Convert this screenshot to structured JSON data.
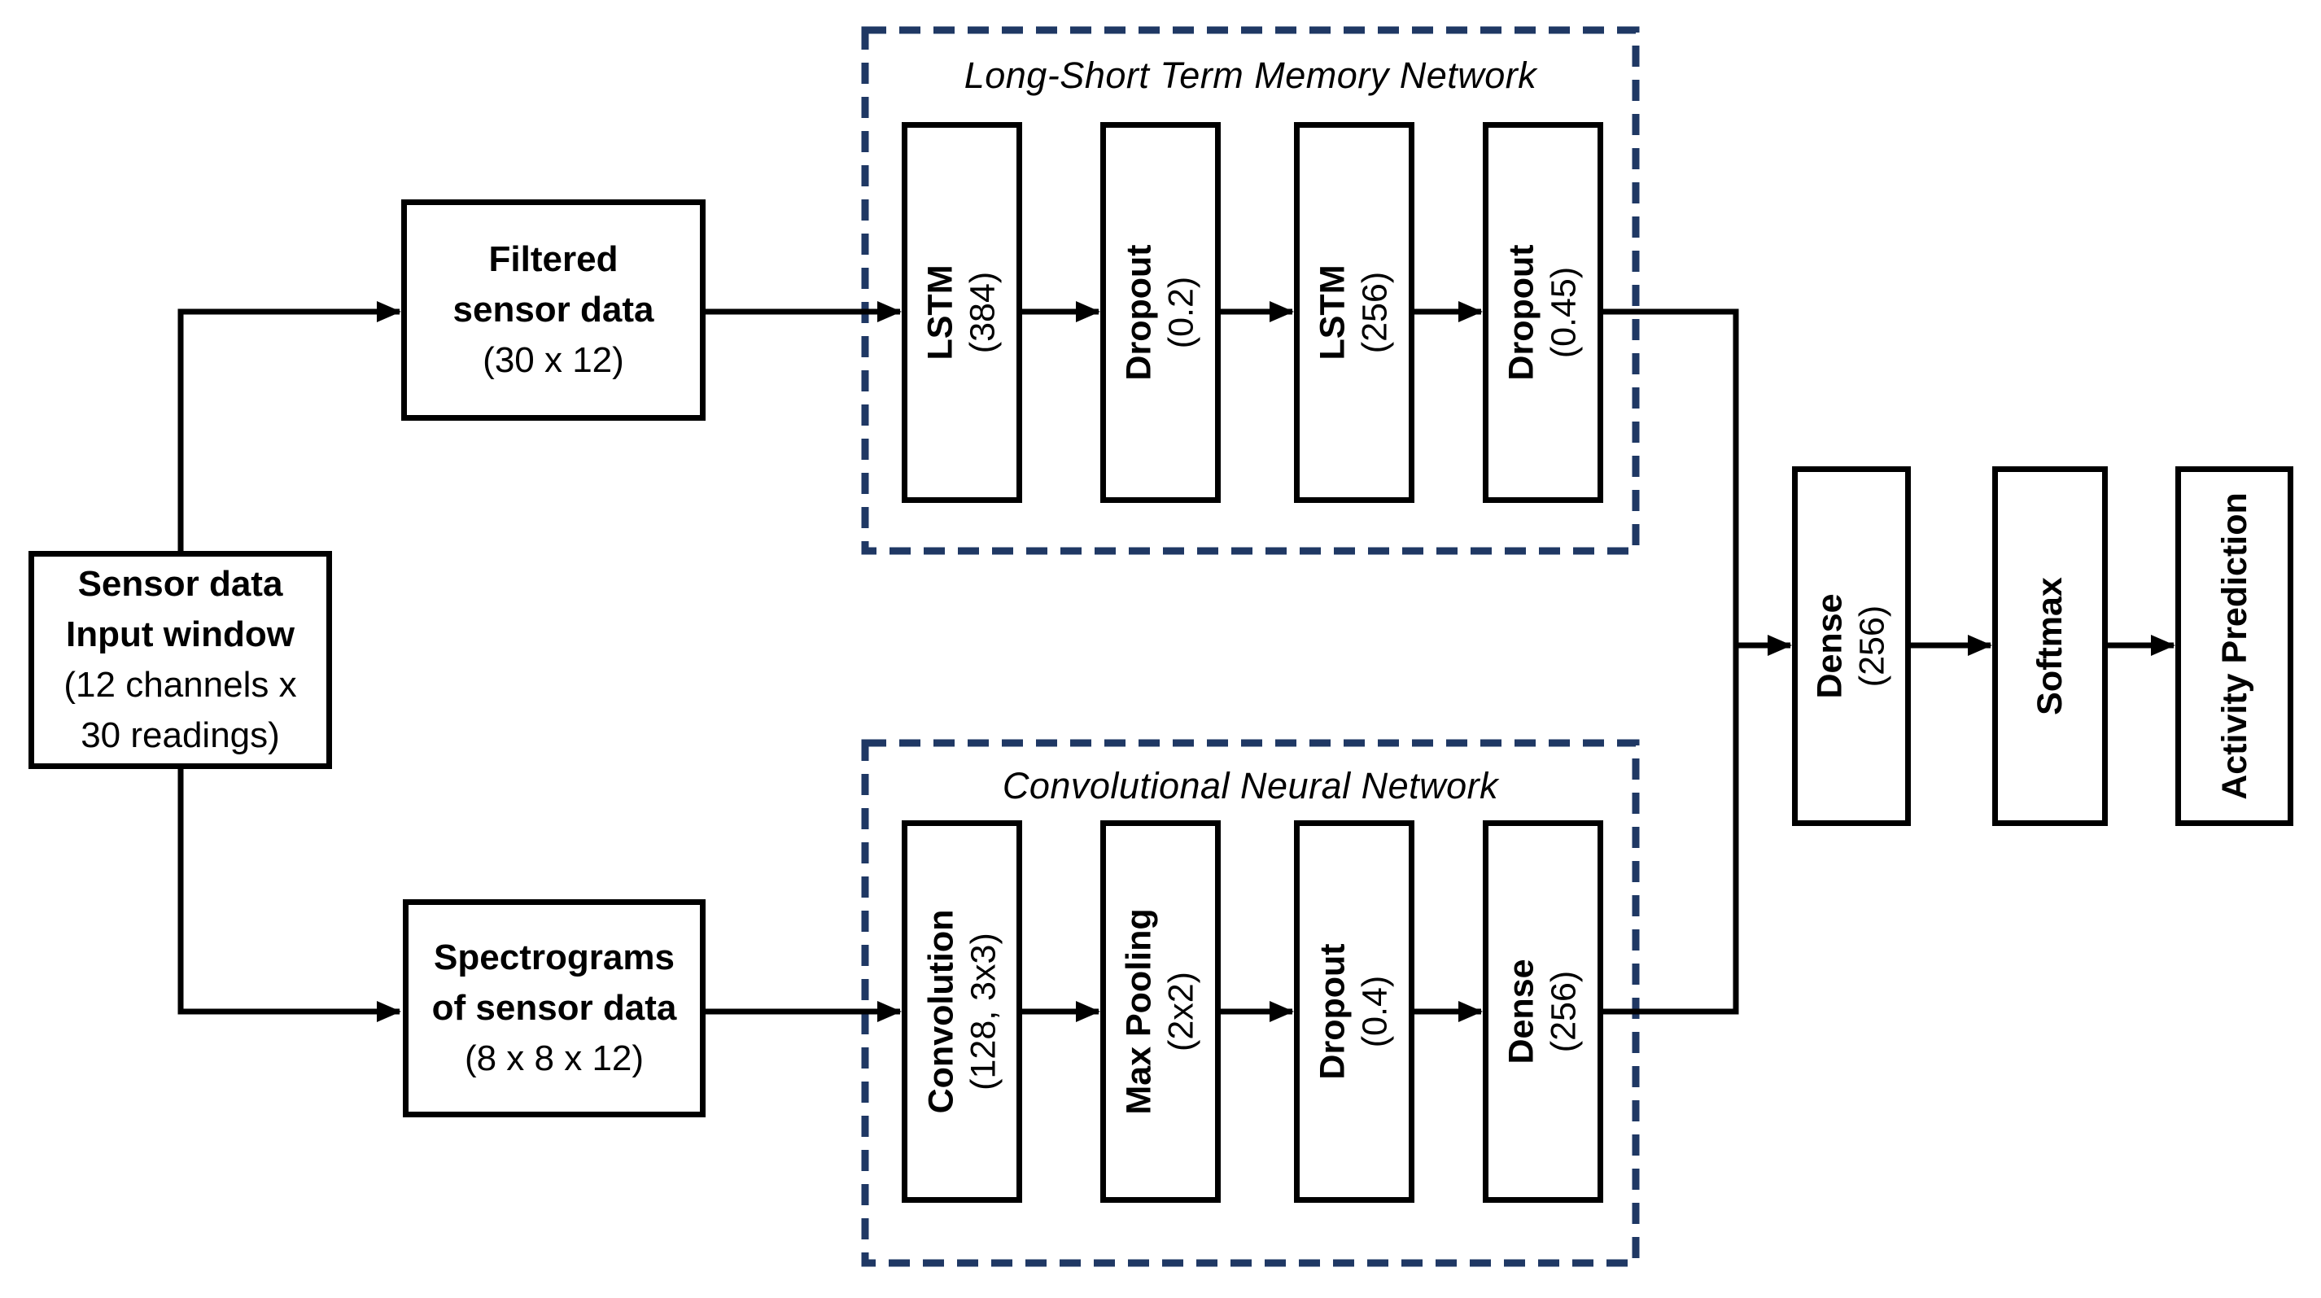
{
  "diagram": {
    "colors": {
      "background": "#ffffff",
      "box_border": "#000000",
      "box_background": "#ffffff",
      "line": "#000000",
      "text": "#000000",
      "dashed_border": "#1f3864"
    },
    "groups": {
      "lstm": {
        "title": "Long-Short Term Memory Network"
      },
      "cnn": {
        "title": "Convolutional Neural Network"
      }
    },
    "nodes": {
      "sensor_input": {
        "bold_lines": [
          "Sensor data",
          "Input window"
        ],
        "normal_lines": [
          "(12 channels x",
          "30 readings)"
        ]
      },
      "filtered": {
        "bold_lines": [
          "Filtered",
          "sensor data"
        ],
        "normal_lines": [
          "(30 x 12)"
        ]
      },
      "spectrograms": {
        "bold_lines": [
          "Spectrograms",
          "of sensor data"
        ],
        "normal_lines": [
          "(8 x 8 x 12)"
        ]
      },
      "lstm_1": {
        "name": "LSTM",
        "value": "(384)"
      },
      "dropout_1": {
        "name": "Dropout",
        "value": "(0.2)"
      },
      "lstm_2": {
        "name": "LSTM",
        "value": "(256)"
      },
      "dropout_2": {
        "name": "Dropout",
        "value": "(0.45)"
      },
      "convolution": {
        "name": "Convolution",
        "value": "(128, 3x3)"
      },
      "max_pooling": {
        "name": "Max Pooling",
        "value": "(2x2)"
      },
      "dropout_3": {
        "name": "Dropout",
        "value": "(0.4)"
      },
      "dense_cnn": {
        "name": "Dense",
        "value": "(256)"
      },
      "dense_merge": {
        "name": "Dense",
        "value": "(256)"
      },
      "softmax": {
        "name": "Softmax"
      },
      "activity_prediction": {
        "name": "Activity Prediction"
      }
    }
  }
}
